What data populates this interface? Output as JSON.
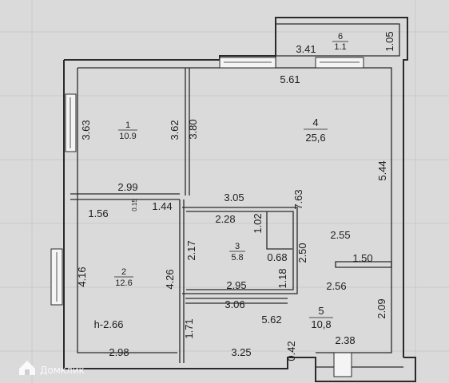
{
  "rooms": [
    {
      "number": "1",
      "area": "10.9"
    },
    {
      "number": "2",
      "area": "12.6"
    },
    {
      "number": "3",
      "area": "5.8"
    },
    {
      "number": "4",
      "area": "25,6"
    },
    {
      "number": "5",
      "area": "10,8"
    },
    {
      "number": "6",
      "area": "1.1"
    }
  ],
  "dims": {
    "d341": "3.41",
    "d105": "1.05",
    "d561": "5.61",
    "d363": "3.63",
    "d362": "3.62",
    "d380": "3.80",
    "d544": "5.44",
    "d299": "2.99",
    "d305": "3.05",
    "d015": "0.15",
    "d156": "1.56",
    "d144": "1.44",
    "d228": "2.28",
    "d102": "1.02",
    "d763": "7.63",
    "d217": "2.17",
    "d250": "2.50",
    "d255": "2.55",
    "d068": "0.68",
    "d150": "1.50",
    "d416": "4.16",
    "d426": "4.26",
    "d118": "1.18",
    "d295": "2.95",
    "d256": "2.56",
    "d306": "3.06",
    "d171": "1.71",
    "d562": "5.62",
    "d209": "2.09",
    "d298": "2.98",
    "d325": "3.25",
    "d042": "0.42",
    "d238": "2.38"
  },
  "height_note": "h-2.66",
  "watermark": "Домклик"
}
